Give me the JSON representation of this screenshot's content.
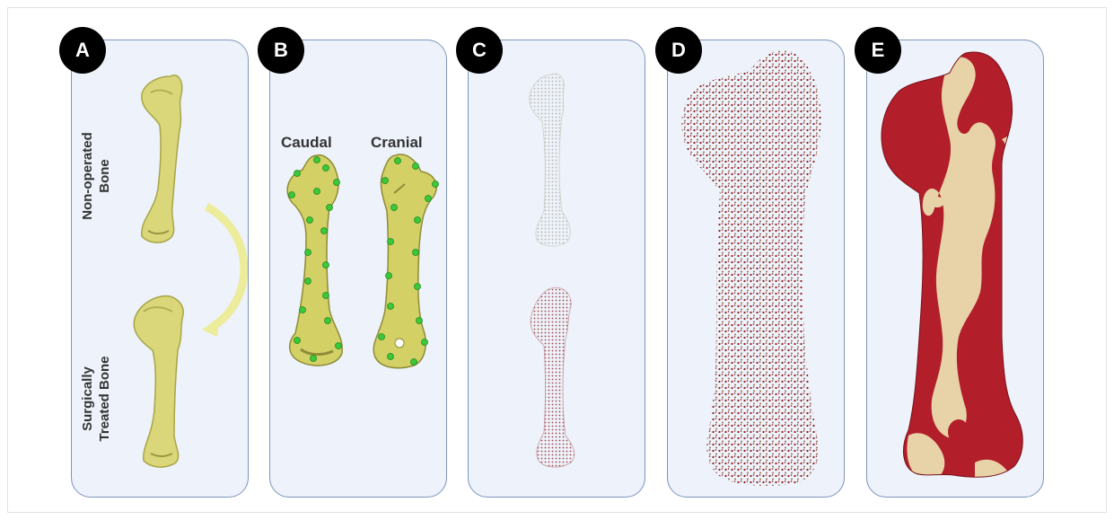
{
  "panels": [
    {
      "id": "A",
      "label": "A"
    },
    {
      "id": "B",
      "label": "B"
    },
    {
      "id": "C",
      "label": "C"
    },
    {
      "id": "D",
      "label": "D"
    },
    {
      "id": "E",
      "label": "E"
    }
  ],
  "panel_a": {
    "top_label_line1": "Non-operated",
    "top_label_line2": "Bone",
    "bottom_label_line1": "Surgically",
    "bottom_label_line2": "Treated Bone"
  },
  "panel_b": {
    "left_label": "Caudal",
    "right_label": "Cranial"
  },
  "colors": {
    "bone_yellow": "#d9d77a",
    "bone_yellow_dark": "#b3b050",
    "landmark_green": "#3cc83a",
    "point_gray": "#b5b5a8",
    "point_red": "#8b1a1a",
    "surface_red": "#b21e2a",
    "surface_beige": "#e8d3a8",
    "panel_bg": "#edf2fb",
    "panel_border": "#7e95bd"
  }
}
